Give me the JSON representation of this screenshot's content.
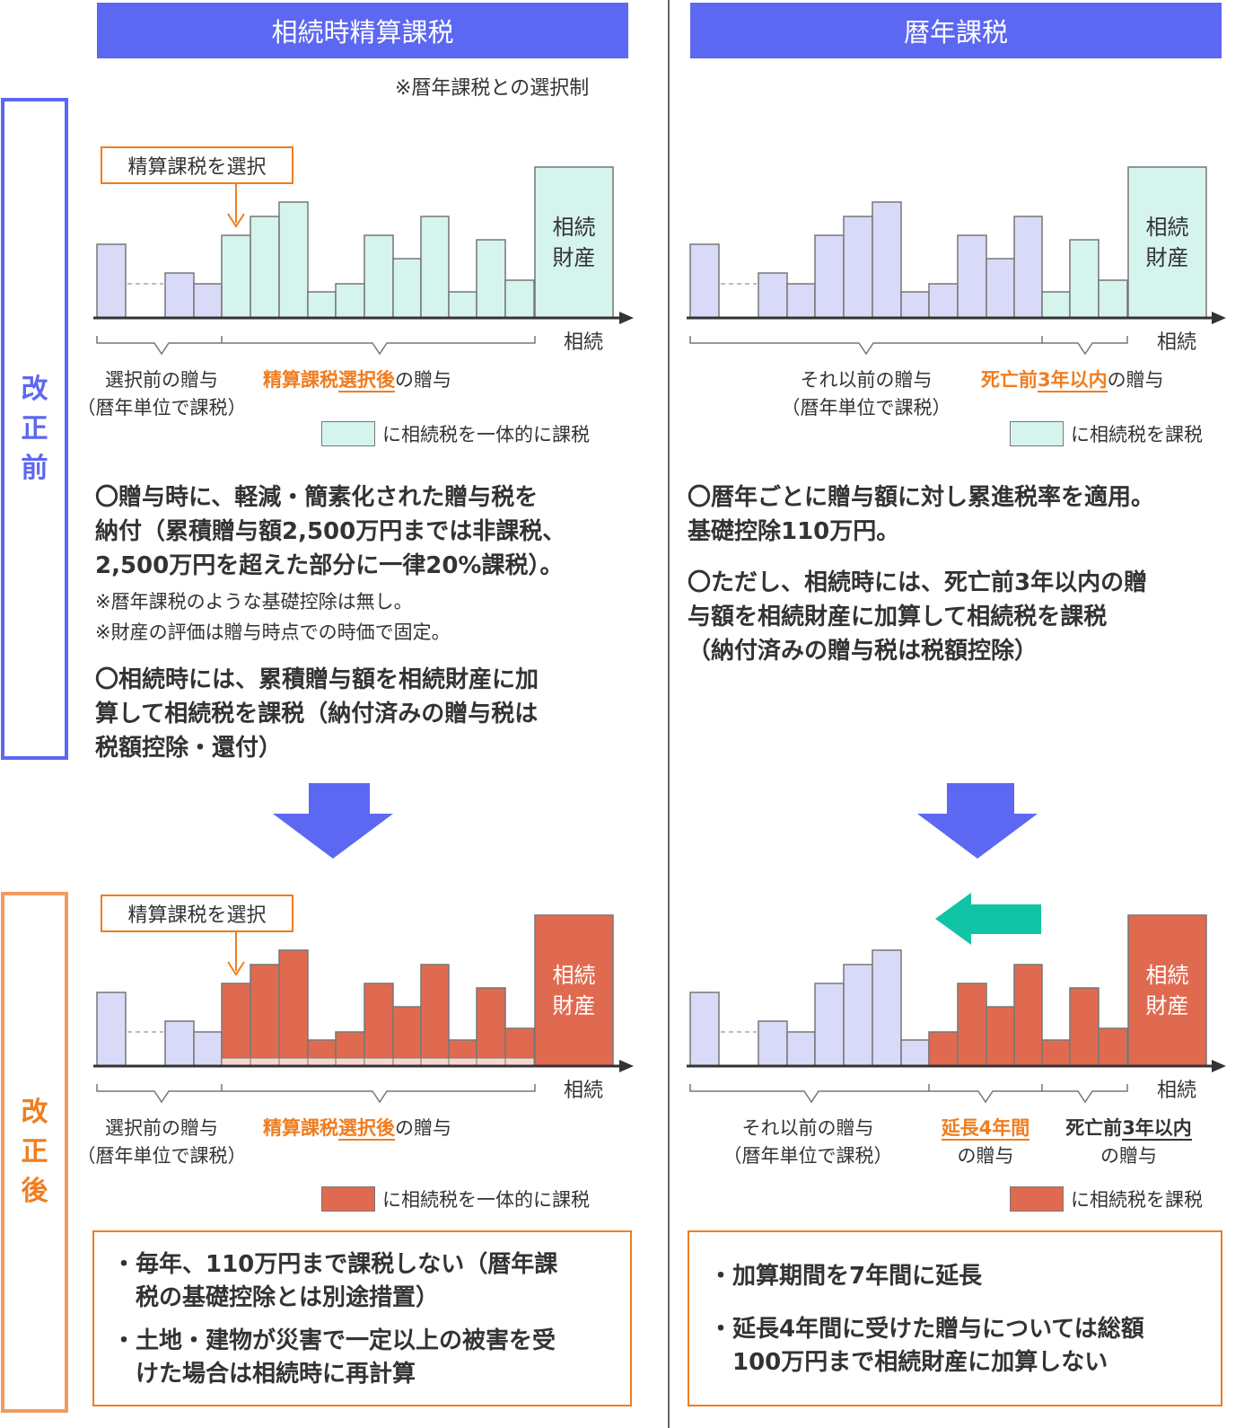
{
  "colors": {
    "accent": "#5c67f2",
    "orange": "#f07d1f",
    "mint": "#d6f4ee",
    "lavender": "#d9daf7",
    "red": "#e06a50",
    "teal": "#10c4a5"
  },
  "headers": {
    "left": "相続時精算課税",
    "right": "暦年課税"
  },
  "note_top": "※暦年課税との選択制",
  "sections": {
    "before": [
      "改",
      "正",
      "前"
    ],
    "after": [
      "改",
      "正",
      "後"
    ]
  },
  "diagram": {
    "callout": "精算課税を選択",
    "inheritance_axis": "相続",
    "estate_label": [
      "相続",
      "財産"
    ]
  },
  "labels": {
    "pre_selection": [
      "選択前の贈与",
      "（暦年単位で課税）"
    ],
    "post_selection_bold": "精算課税",
    "post_selection_underlined": "選択後",
    "post_selection_tail": "の贈与",
    "earlier_gift": [
      "それ以前の贈与",
      "（暦年単位で課税）"
    ],
    "three_years_bold": "死亡前",
    "three_years_underlined": "3年以内",
    "three_years_tail": "の贈与",
    "extended_bold": "延長4年間",
    "extended_tail": "の贈与",
    "death_bold": "死亡前",
    "death_underlined": "3年以内",
    "death_tail": "の贈与"
  },
  "legends": {
    "left": "に相続税を一体的に課税",
    "right": "に相続税を課税"
  },
  "left_before_text": {
    "p1": [
      "〇贈与時に、軽減・簡素化された贈与税を",
      "納付（累積贈与額2,500万円までは非課税、",
      "2,500万円を超えた部分に一律20%課税）。"
    ],
    "notes": [
      "※暦年課税のような基礎控除は無し。",
      "※財産の評価は贈与時点での時価で固定。"
    ],
    "p2": [
      "〇相続時には、累積贈与額を相続財産に加",
      "算して相続税を課税（納付済みの贈与税は",
      "税額控除・還付）"
    ]
  },
  "right_before_text": {
    "p1": [
      "〇暦年ごとに贈与額に対し累進税率を適用。",
      "基礎控除110万円。"
    ],
    "p2": [
      "〇ただし、相続時には、死亡前3年以内の贈",
      "与額を相続財産に加算して相続税を課税",
      "（納付済みの贈与税は税額控除）"
    ]
  },
  "left_after_box": {
    "b1": [
      "・毎年、110万円まで課税しない（暦年課",
      "　税の基礎控除とは別途措置）"
    ],
    "b2": [
      "・土地・建物が災害で一定以上の被害を受",
      "　けた場合は相続時に再計算"
    ]
  },
  "right_after_box": {
    "b1": [
      "・加算期間を7年間に延長"
    ],
    "b2": [
      "・延長4年間に受けた贈与については総額",
      "　100万円まで相続財産に加算しない"
    ]
  }
}
